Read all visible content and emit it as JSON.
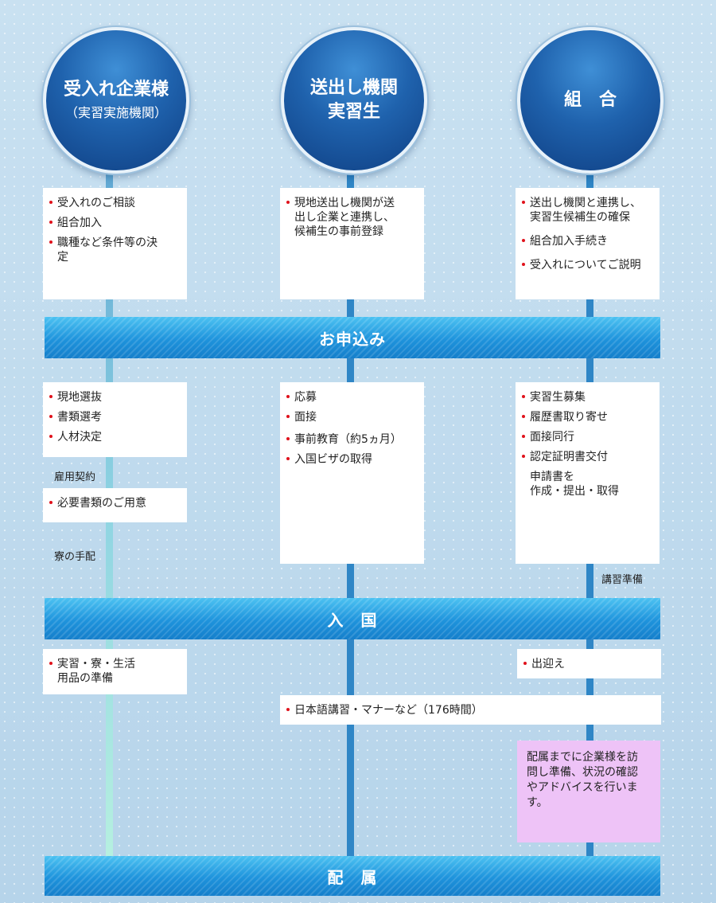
{
  "circles": [
    {
      "title": "受入れ企業様",
      "sub": "（実習実施機関）"
    },
    {
      "title": "送出し機関\n実習生",
      "sub": ""
    },
    {
      "title": "組　合",
      "sub": ""
    }
  ],
  "bars": [
    "お申込み",
    "入　国",
    "配　属"
  ],
  "boxes": {
    "company_1": [
      "受入れのご相談",
      "組合加入",
      "職種など条件等の決\n定"
    ],
    "sender_1": [
      "現地送出し機関が送\n出し企業と連携し、\n候補生の事前登録"
    ],
    "union_1": [
      "送出し機関と連携し、\n実習生候補生の確保",
      "組合加入手続き",
      "受入れについてご説明"
    ],
    "company_2": [
      "現地選抜",
      "書類選考",
      "人材決定"
    ],
    "company_3": [
      "必要書類のご用意"
    ],
    "sender_2": [
      "応募",
      "面接",
      "事前教育（約5ヵ月）",
      "入国ビザの取得"
    ],
    "union_2": [
      "実習生募集",
      "履歴書取り寄せ",
      "面接同行",
      "認定証明書交付"
    ],
    "union_2_extra": "申請書を\n作成・提出・取得",
    "company_4": [
      "実習・寮・生活\n用品の準備"
    ],
    "union_3": [
      "出迎え"
    ],
    "sender_3": [
      "日本語講習・マナーなど（176時間）"
    ],
    "union_4": "配属までに企業様を訪\n問し準備、状況の確認\nやアドバイスを行いま\nす。"
  },
  "notes": {
    "koyo": "雇用契約",
    "ryo": "寮の手配",
    "koshu": "講習準備"
  }
}
